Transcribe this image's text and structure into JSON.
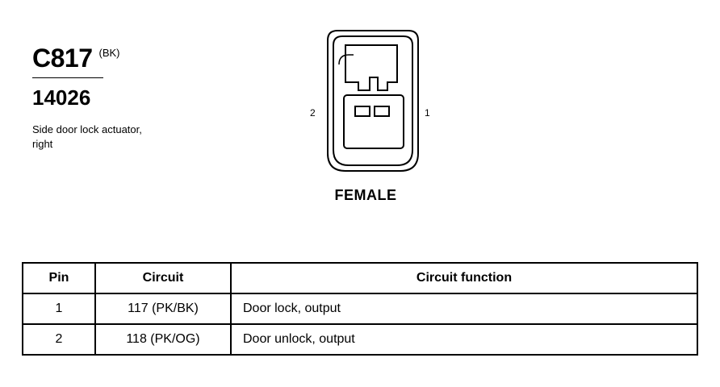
{
  "connector": {
    "id": "C817",
    "color_code": "(BK)",
    "part_number": "14026",
    "description": "Side door lock actuator, right",
    "gender": "FEMALE",
    "pin_label_left": "2",
    "pin_label_right": "1"
  },
  "table": {
    "headers": [
      "Pin",
      "Circuit",
      "Circuit function"
    ],
    "rows": [
      [
        "1",
        "117 (PK/BK)",
        "Door lock, output"
      ],
      [
        "2",
        "118 (PK/OG)",
        "Door unlock, output"
      ]
    ]
  }
}
